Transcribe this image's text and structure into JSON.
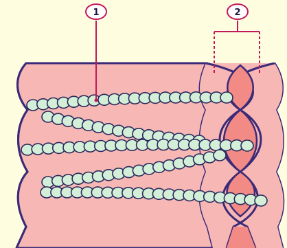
{
  "figure": {
    "background": "#fefde0",
    "colors": {
      "outline": "#3a2a78",
      "fiber_fill": "#f7b8b5",
      "wrap_fill": "#f28a86",
      "bead_fill": "#d3efd8",
      "bead_stroke": "#2a2a5c",
      "leader": "#c2185b"
    },
    "callouts": [
      {
        "label": "1",
        "target": "coiled-bead-strand"
      },
      {
        "label": "2",
        "target": "helical-wrap-bracket"
      }
    ]
  }
}
